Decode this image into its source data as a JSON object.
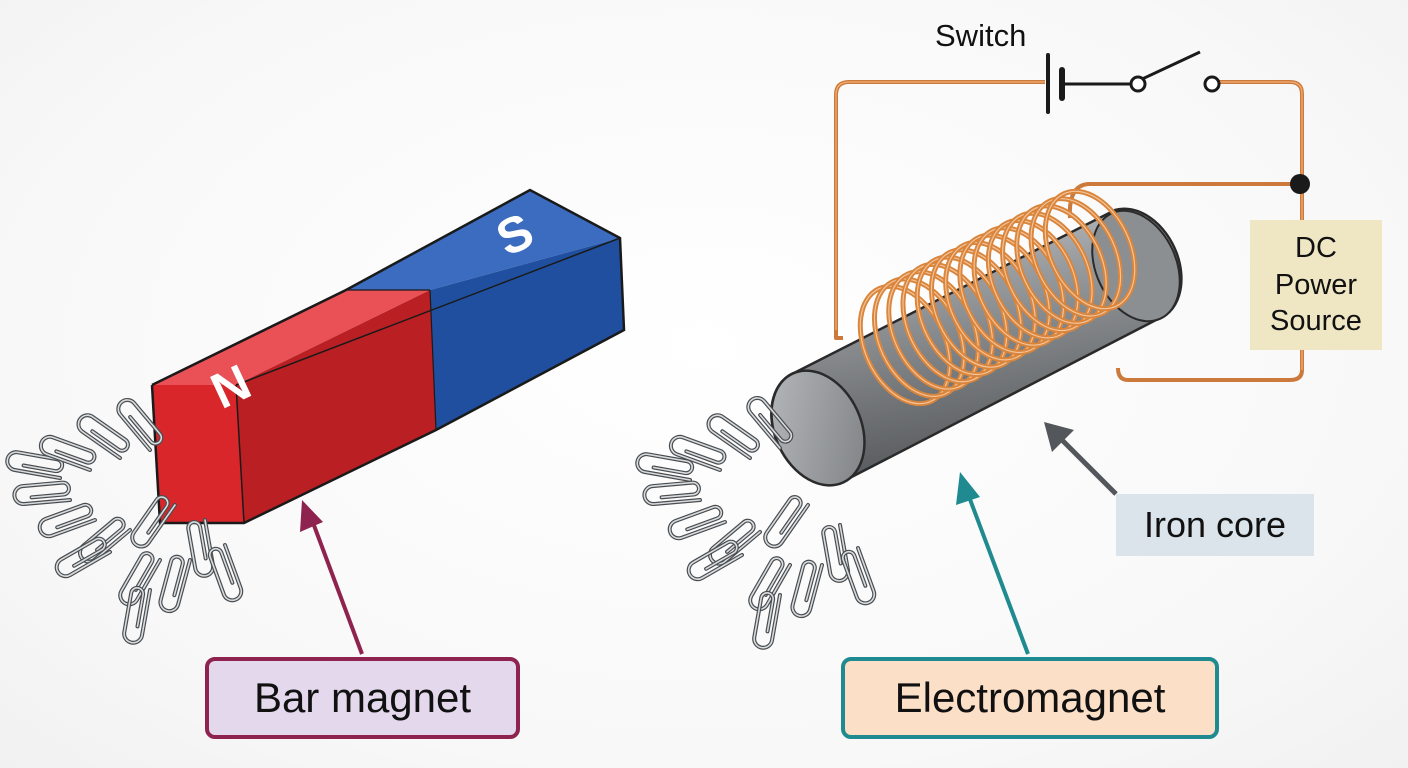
{
  "bar_magnet": {
    "north_letter": "N",
    "south_letter": "S",
    "north_color": "#d9262a",
    "south_color": "#1f4f9e",
    "label": "Bar magnet",
    "label_border": "#8f2350",
    "label_fill": "#e4d8ec"
  },
  "electromagnet": {
    "label": "Electromagnet",
    "label_border": "#1f8a8f",
    "label_fill": "#fbdfc7",
    "core_label": "Iron core",
    "core_label_fill": "#dbe4ea",
    "coil_color": "#d9853b",
    "core_color": "#8a8d90"
  },
  "circuit": {
    "switch_label": "Switch",
    "power_source_lines": [
      "DC",
      "Power",
      "Source"
    ],
    "power_source_fill": "#efe7c4",
    "wire_color": "#cc7a3b"
  },
  "icons": [
    "battery-symbol-icon",
    "switch-symbol-icon",
    "paper-clip-icon",
    "arrow-icon"
  ]
}
